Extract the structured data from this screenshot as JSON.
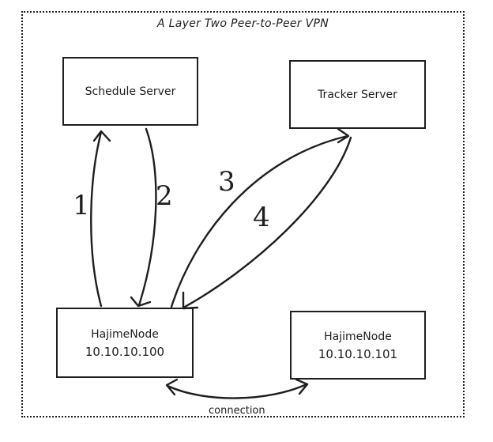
{
  "diagram": {
    "title": "A Layer Two Peer-to-Peer VPN",
    "nodes": [
      {
        "id": "schedule",
        "lines": [
          "Schedule Server"
        ]
      },
      {
        "id": "tracker",
        "lines": [
          "Tracker Server"
        ]
      },
      {
        "id": "node100",
        "lines": [
          "HajimeNode",
          "10.10.10.100"
        ]
      },
      {
        "id": "node101",
        "lines": [
          "HajimeNode",
          "10.10.10.101"
        ]
      }
    ],
    "edges": [
      {
        "from": "node100",
        "to": "schedule",
        "label": "1"
      },
      {
        "from": "schedule",
        "to": "node100",
        "label": "2"
      },
      {
        "from": "node100",
        "to": "tracker",
        "label": "3"
      },
      {
        "from": "tracker",
        "to": "node100",
        "label": "4"
      },
      {
        "from": "node100",
        "to": "node101",
        "label": "connection",
        "bidirectional": true
      }
    ]
  }
}
